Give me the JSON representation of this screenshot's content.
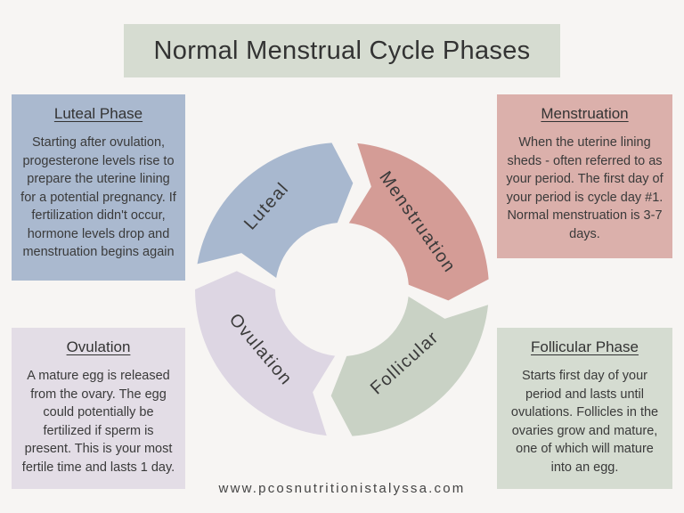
{
  "title": "Normal Menstrual Cycle Phases",
  "cards": {
    "luteal": {
      "heading": "Luteal Phase",
      "body": "Starting after ovulation, progesterone levels rise to prepare the uterine lining for a potential pregnancy. If fertilization didn't occur, hormone levels drop and menstruation begins again"
    },
    "menstruation": {
      "heading": "Menstruation",
      "body": "When the uterine lining sheds - often referred to as your period. The first day of your period is cycle day #1. Normal menstruation is 3-7 days."
    },
    "ovulation": {
      "heading": "Ovulation",
      "body": "A mature egg is released from the ovary. The egg could potentially be fertilized if sperm is present. This is your most fertile time and lasts 1 day."
    },
    "follicular": {
      "heading": "Follicular Phase",
      "body": "Starts first day of your period and lasts until ovulations. Follicles in the ovaries grow and mature, one of which will mature into an egg."
    }
  },
  "cycle": {
    "segments": [
      {
        "label": "Luteal",
        "color": "#a8b8cf"
      },
      {
        "label": "Menstruation",
        "color": "#d49c96"
      },
      {
        "label": "Follicular",
        "color": "#c9d2c5"
      },
      {
        "label": "Ovulation",
        "color": "#ddd6e3"
      }
    ]
  },
  "footer": "www.pcosnutritionistalyssa.com",
  "colors": {
    "background": "#f7f5f3",
    "title_box": "#d6dcd1"
  }
}
